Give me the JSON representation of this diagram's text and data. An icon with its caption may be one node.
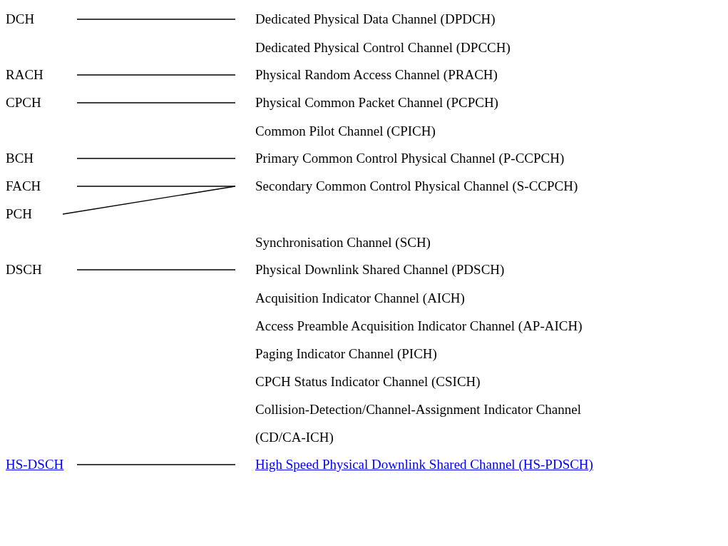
{
  "diagram": {
    "nodes": [
      {
        "text": [
          "DCH"
        ]
      },
      {
        "text": [
          "Dedicated Physical Data Channel (DPDCH)"
        ]
      },
      {
        "text": [
          "RACH"
        ]
      },
      {
        "text": [
          "Physical Random Access Channel (PRACH)"
        ]
      },
      {
        "text": [
          "CPCH"
        ]
      },
      {
        "text": [
          "Physical Common Packet Channel (PCPCH)"
        ]
      },
      {
        "text": [
          "BCH"
        ]
      },
      {
        "text": [
          "Primary Common Control Physical Channel (P-CCPCH)"
        ]
      },
      {
        "text": [
          "FACH"
        ]
      },
      {
        "text": [
          "Secondary Common Control Physical Channel (S-CCPCH)"
        ]
      },
      {
        "text": [
          "PCH"
        ]
      },
      {
        "text": [
          "DSCH"
        ]
      },
      {
        "text": [
          "Physical Downlink Shared Channel (PDSCH)"
        ]
      },
      {
        "text": [
          "HS-DSCH"
        ]
      },
      {
        "text": [
          "High Speed Physical Downlink Shared Channel (HS-PDSCH)"
        ]
      }
    ],
    "edges": [
      {
        "from": 0,
        "to": 1,
        "arrow": "none"
      },
      {
        "from": 2,
        "to": 3,
        "arrow": "none"
      },
      {
        "from": 4,
        "to": 5,
        "arrow": "none"
      },
      {
        "from": 6,
        "to": 7,
        "arrow": "none"
      },
      {
        "from": 8,
        "to": 9,
        "arrow": "none"
      },
      {
        "from": 10,
        "to": 9,
        "arrow": "none"
      },
      {
        "from": 11,
        "to": 12,
        "arrow": "none"
      },
      {
        "from": 13,
        "to": 14,
        "arrow": "none"
      }
    ],
    "labels": [
      "Dedicated Physical Control Channel (DPCCH)",
      "Common Pilot Channel (CPICH)",
      "Synchronisation Channel (SCH)",
      "Acquisition Indicator Channel (AICH)",
      "Access Preamble Acquisition Indicator Channel (AP-AICH)",
      "Paging Indicator Channel (PICH)",
      "CPCH Status Indicator Channel (CSICH)",
      "Collision-Detection/Channel-Assignment Indicator Channel (CD/CA-ICH)"
    ]
  }
}
